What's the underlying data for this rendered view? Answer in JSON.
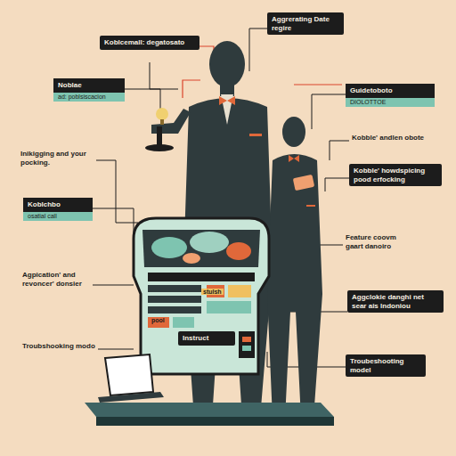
{
  "diagram": {
    "nodes": [
      {
        "text": [
          "Koblcemall: degatosato"
        ]
      },
      {
        "text": [
          "Noblae",
          "ad: poblsiscacion"
        ]
      },
      {
        "text": [
          "Aggrerating Date regire"
        ]
      },
      {
        "text": [
          "Guidetoboto",
          "DIOLOTTOE"
        ]
      },
      {
        "text": [
          "Kobble' andlen obote"
        ]
      },
      {
        "text": [
          "Inikigging and your pocking."
        ]
      },
      {
        "text": [
          "Kobble' howdspicing pood erfocking"
        ]
      },
      {
        "text": [
          "Koblchbo",
          "osatial call"
        ]
      },
      {
        "text": [
          "Feature coovm gaart danoiro"
        ]
      },
      {
        "text": [
          "Agpication' and revoncer' donsier"
        ]
      },
      {
        "text": [
          "Aggclokie danghi net sear ais lndoniou"
        ]
      },
      {
        "text": [
          "Troubshooking modo"
        ]
      },
      {
        "text": [
          "Troubeshooting model"
        ]
      },
      {
        "text": [
          "Instruct"
        ]
      }
    ],
    "labels": [
      "pool",
      "stulsh"
    ]
  }
}
